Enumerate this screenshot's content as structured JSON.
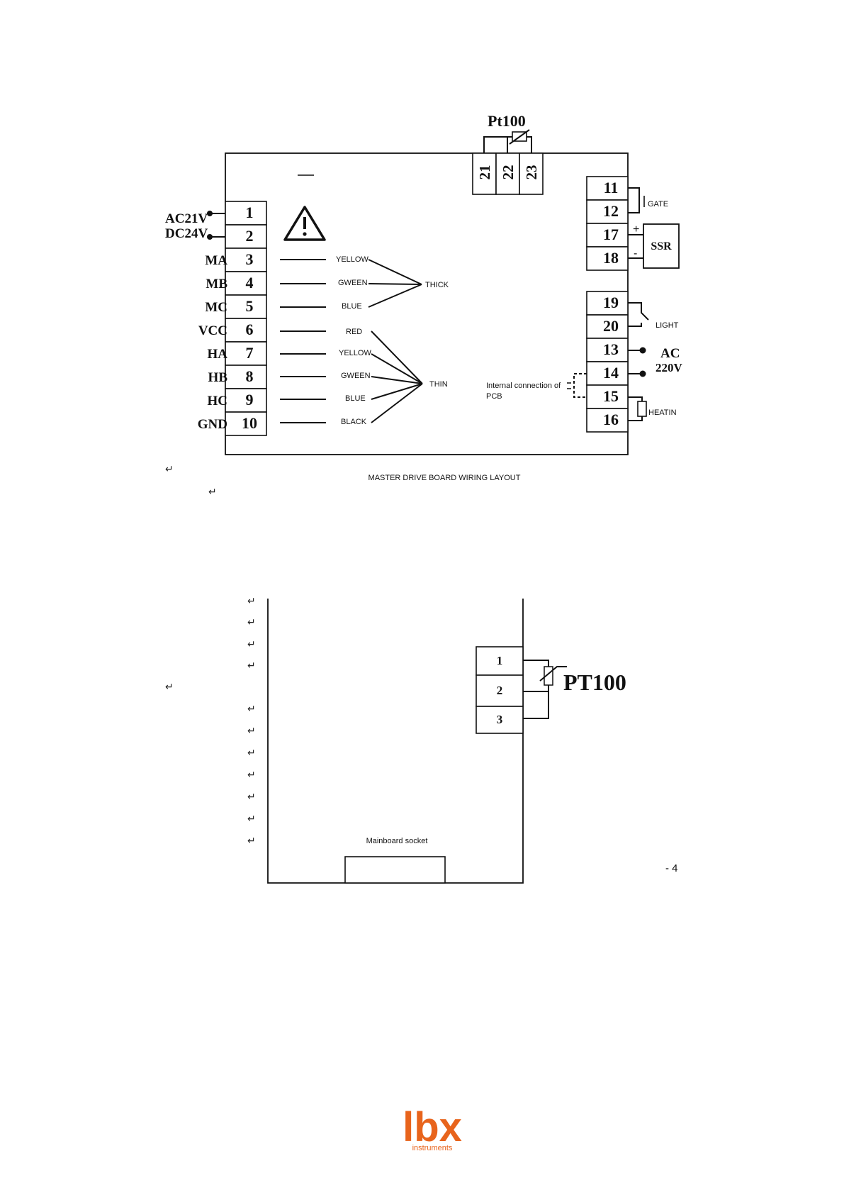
{
  "master": {
    "caption": "MASTER DRIVE BOARD WIRING LAYOUT",
    "left_terminals": [
      {
        "num": "1",
        "label": "AC21V"
      },
      {
        "num": "2",
        "label": "DC24V"
      },
      {
        "num": "3",
        "label": "MA",
        "wire": "YELLOW"
      },
      {
        "num": "4",
        "label": "MB",
        "wire": "GWEEN"
      },
      {
        "num": "5",
        "label": "MC",
        "wire": "BLUE"
      },
      {
        "num": "6",
        "label": "VCC",
        "wire": "RED"
      },
      {
        "num": "7",
        "label": "HA",
        "wire": "YELLOW"
      },
      {
        "num": "8",
        "label": "HB",
        "wire": "GWEEN"
      },
      {
        "num": "9",
        "label": "HC",
        "wire": "BLUE"
      },
      {
        "num": "10",
        "label": "GND",
        "wire": "BLACK"
      }
    ],
    "group_thick": "THICK",
    "group_thin": "THIN",
    "top_terminals": [
      "21",
      "22",
      "23"
    ],
    "top_sensor_label": "Pt100",
    "right_terminals_upper": [
      "11",
      "12",
      "17",
      "18"
    ],
    "right_terminals_lower": [
      "19",
      "20",
      "13",
      "14",
      "15",
      "16"
    ],
    "gate_label": "GATE",
    "ssr_label": "SSR",
    "ssr_plus": "+",
    "ssr_minus": "-",
    "light_label": "LIGHT",
    "ac_label_1": "AC",
    "ac_label_2": "220V",
    "heating_label": "HEATIN",
    "internal_label_1": "Internal connection of",
    "internal_label_2": "PCB"
  },
  "secondary": {
    "terminals": [
      "1",
      "2",
      "3"
    ],
    "sensor_label": "PT100",
    "socket_label": "Mainboard socket"
  },
  "page_number": "- 4",
  "return_mark": "↵",
  "logo": {
    "text": "lbx",
    "sub": "instruments",
    "color": "#e8641c"
  }
}
